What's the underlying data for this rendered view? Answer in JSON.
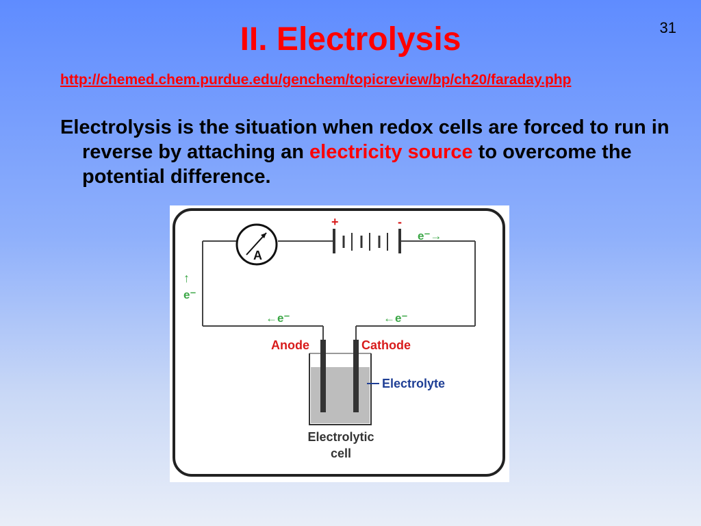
{
  "slide": {
    "number": "31",
    "title": "II. Electrolysis",
    "link": "http://chemed.chem.purdue.edu/genchem/topicreview/bp/ch20/faraday.php",
    "body": {
      "part1": "Electrolysis is the situation when redox cells are forced to run in reverse by attaching an ",
      "highlight": "electricity source",
      "part2": " to overcome the potential difference."
    }
  },
  "diagram": {
    "ammeter_label": "A",
    "battery_plus": "+",
    "battery_minus": "-",
    "electron_top": "e⁻→",
    "electron_left": "↑",
    "electron_left_sym": "e⁻",
    "electron_anode_side": "←e⁻",
    "electron_cathode_side": "←e⁻",
    "anode_label": "Anode",
    "cathode_label": "Cathode",
    "electrolyte_label": "Electrolyte",
    "cell_label_line1": "Electrolytic",
    "cell_label_line2": "cell",
    "colors": {
      "wire": "#444444",
      "electron_label": "#3aa645",
      "electrode_label": "#d81b1b",
      "electrolyte_label": "#1f3f95",
      "electrolyte_fill": "#bdbdbd"
    }
  }
}
